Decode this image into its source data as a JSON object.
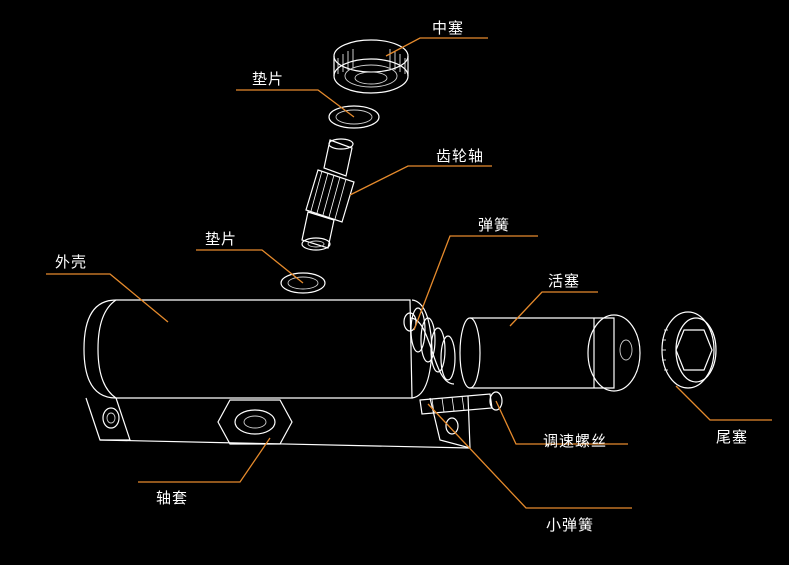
{
  "accent": "#e58a2c",
  "background": "#000000",
  "labels": {
    "middle_plug": "中塞",
    "gasket_top": "垫片",
    "gear_shaft": "齿轮轴",
    "gasket_bottom": "垫片",
    "spring": "弹簧",
    "housing": "外壳",
    "piston": "活塞",
    "tail_plug": "尾塞",
    "speed_screw": "调速螺丝",
    "bushing": "轴套",
    "small_spring": "小弹簧"
  }
}
